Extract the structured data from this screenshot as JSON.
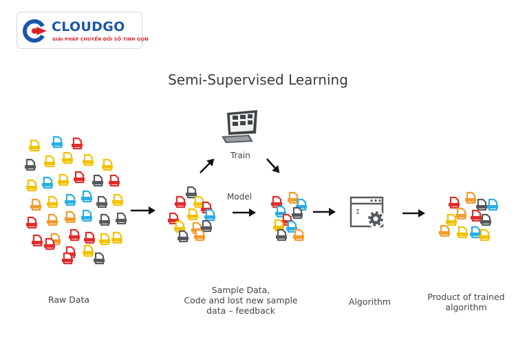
{
  "logo": {
    "wordmark": "CLOUDGO",
    "tagline": "GIẢI PHÁP CHUYỂN ĐỔI SỐ TINH GỌN"
  },
  "title": "Semi-Supervised Learning",
  "labels": {
    "train": "Train",
    "model": "Model"
  },
  "stages": {
    "raw_data": "Raw Data",
    "sample_data": [
      "Sample Data,",
      "Code and lost new sample",
      "data – feedback"
    ],
    "algorithm": "Algorithm",
    "product": [
      "Product of trained",
      "algorithm"
    ]
  },
  "colors": {
    "yellow": "#f2c200",
    "blue": "#29aee3",
    "red": "#e22b2b",
    "orange": "#f39a2b",
    "gray": "#565a5d",
    "text": "#444444",
    "brand_blue": "#1b57a8",
    "brand_red": "#d8232a"
  },
  "icons": {
    "document": "document-icon",
    "arrow": "arrow-right-icon",
    "gear": "gear-icon",
    "computer": "computer-icon"
  }
}
